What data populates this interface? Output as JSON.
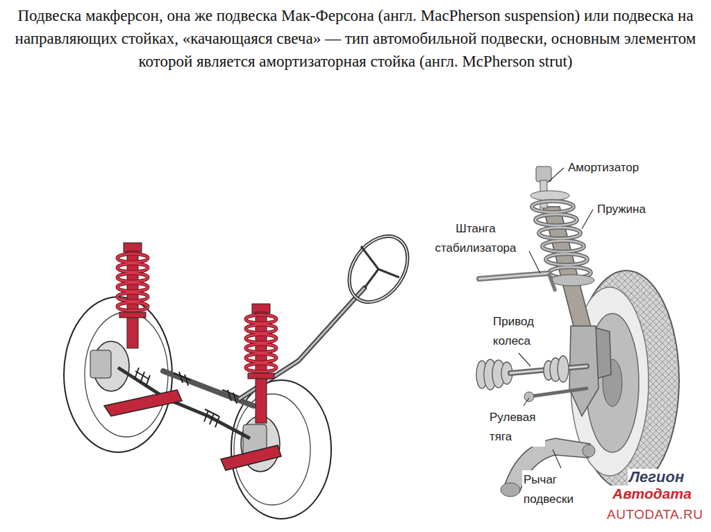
{
  "diagram": {
    "title": "Подвеска макферсон, она же подвеска Мак-Ферсона (англ. MacPherson suspension) или подвеска на направляющих стойках, «качающаяся свеча» — тип автомобильной подвески, основным элементом которой является амортизаторная стойка (англ. McPherson strut)",
    "labels": [
      "Амортизатор",
      "Пружина",
      "Штанга стабилизатора",
      "Привод колеса",
      "Рулевая тяга",
      "Рычаг подвески",
      "Легион",
      "Автодата",
      "AUTODATA.RU"
    ]
  }
}
